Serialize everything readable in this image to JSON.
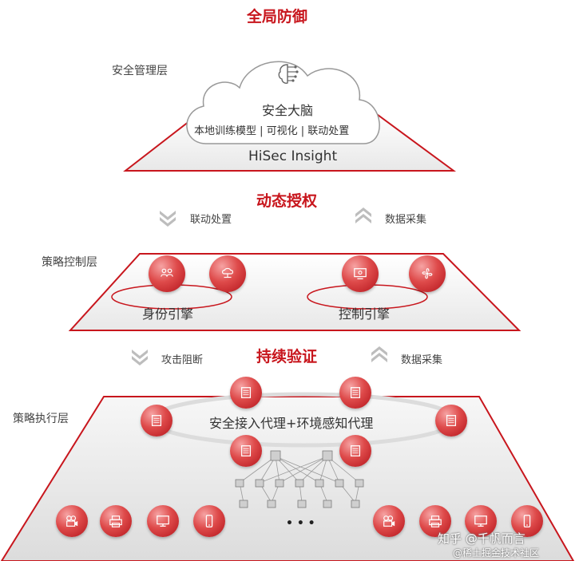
{
  "titles": {
    "global_defense": "全局防御",
    "dynamic_auth": "动态授权",
    "continuous_verify": "持续验证"
  },
  "layers": {
    "management": "安全管理层",
    "policy_control": "策略控制层",
    "policy_exec": "策略执行层"
  },
  "cloud": {
    "title": "安全大脑",
    "subtitle": "本地训练模型 | 可视化 | 联动处置",
    "product": "HiSec Insight"
  },
  "flows": {
    "linkage_dispose": "联动处置",
    "data_collect_1": "数据采集",
    "attack_block": "攻击阻断",
    "data_collect_2": "数据采集"
  },
  "engines": {
    "identity": "身份引擎",
    "control": "控制引擎"
  },
  "agents": {
    "label": "安全接入代理+环境感知代理"
  },
  "ellipsis": "• • •",
  "watermark": {
    "line1": "知乎 @千帆而言",
    "line2": "@稀土掘金技术社区"
  },
  "colors": {
    "accent": "#c8161d",
    "node": "#d63a3f"
  },
  "icons": [
    "brain-icon",
    "users-icon",
    "cloud-network-icon",
    "monitor-settings-icon",
    "fan-icon",
    "server-icon",
    "camera-icon",
    "printer-icon",
    "desktop-icon",
    "phone-icon"
  ]
}
